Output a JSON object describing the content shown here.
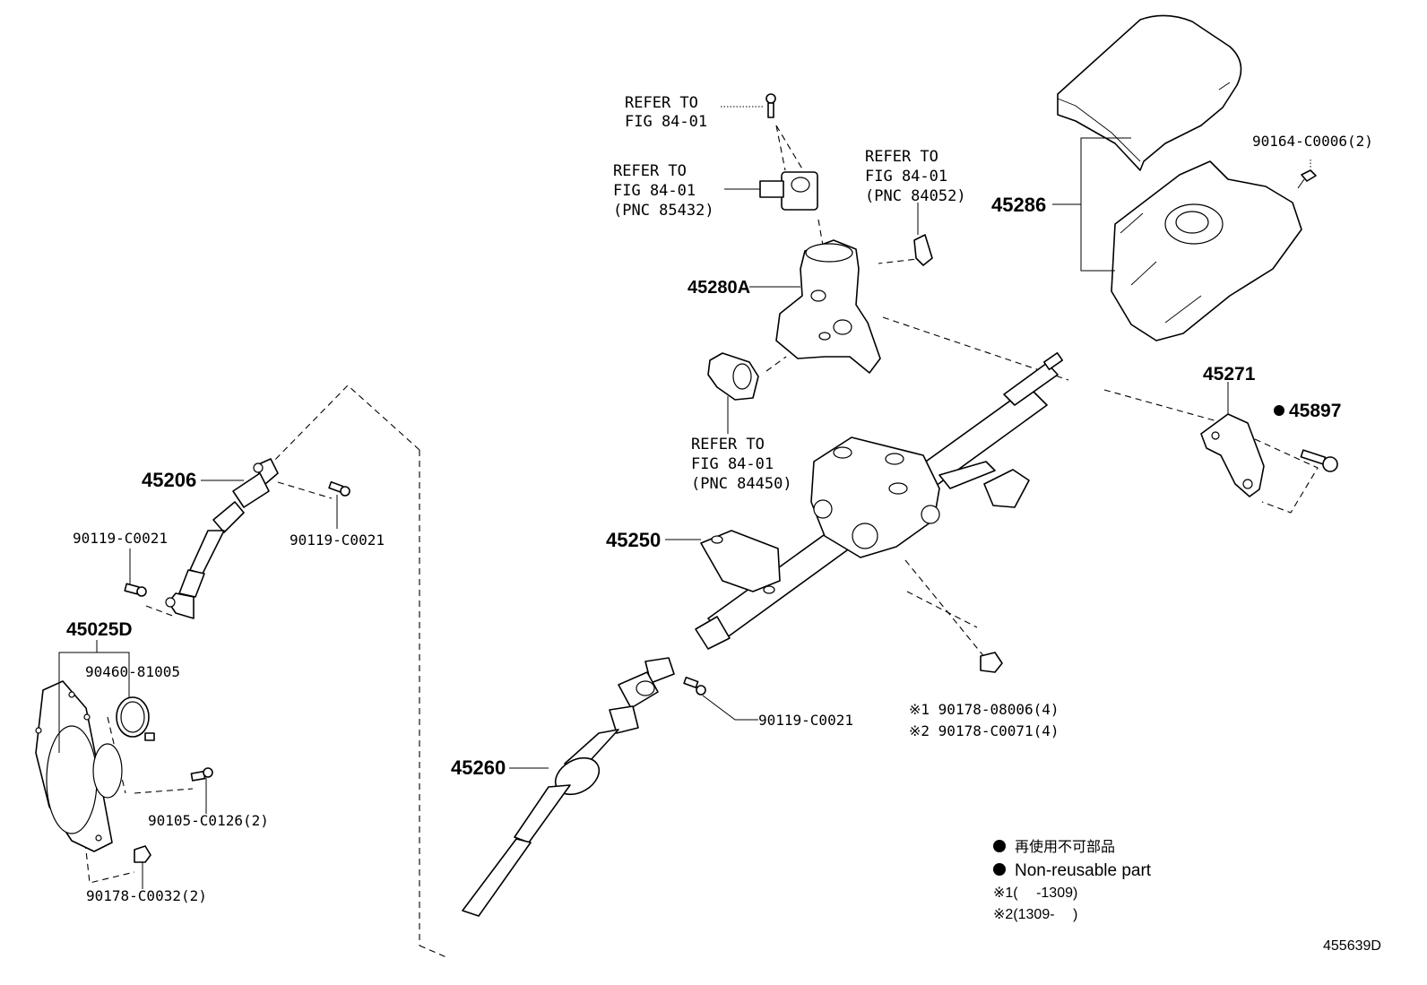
{
  "labels": {
    "refer_bolt_top": [
      "REFER TO",
      "FIG 84-01"
    ],
    "refer_85432": [
      "REFER TO",
      "FIG 84-01",
      "(PNC 85432)"
    ],
    "refer_84052": [
      "REFER TO",
      "FIG 84-01",
      "(PNC 84052)"
    ],
    "refer_84450": [
      "REFER TO",
      "FIG 84-01",
      "(PNC 84450)"
    ],
    "p45280A": "45280A",
    "p45286": "45286",
    "p90164": "90164-C0006(2)",
    "p45271": "45271",
    "p45897": "45897",
    "p45206": "45206",
    "p90119_a": "90119-C0021",
    "p90119_b": "90119-C0021",
    "p90119_c": "90119-C0021",
    "p45250": "45250",
    "p45025D": "45025D",
    "p90460": "90460-81005",
    "p90105": "90105-C0126(2)",
    "p90178_c0032": "90178-C0032(2)",
    "p45260": "45260",
    "p90178_1": "※1 90178-08006(4)",
    "p90178_2": "※2 90178-C0071(4)"
  },
  "legend": {
    "jp": "再使用不可部品",
    "en": "Non-reusable part",
    "note1": "※1(　 -1309)",
    "note2": "※2(1309-　 )"
  },
  "diagram_id": "455639D"
}
